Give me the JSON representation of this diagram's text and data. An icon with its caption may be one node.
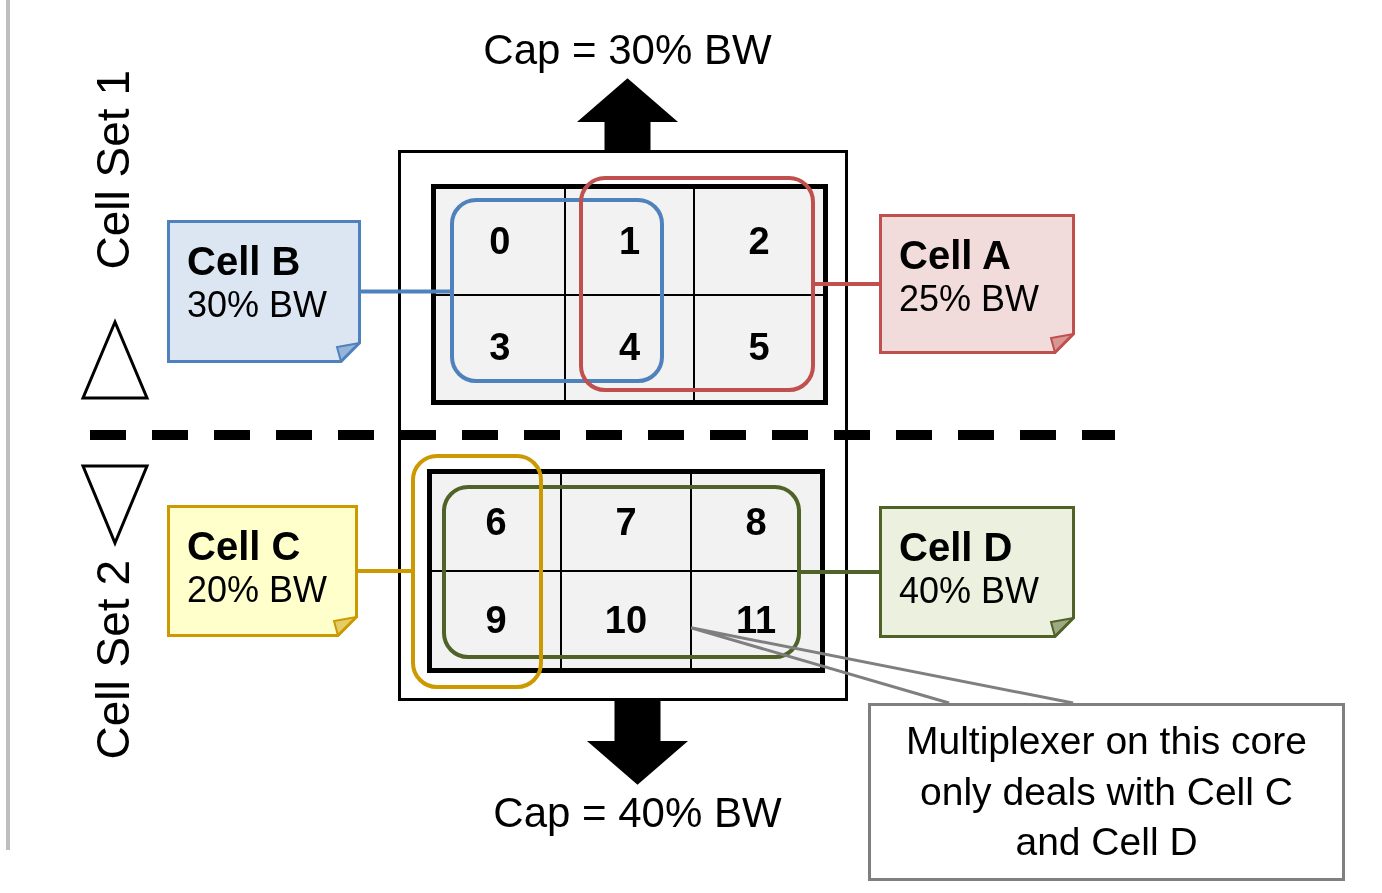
{
  "diagram": {
    "nodes": [
      {
        "text": [
          "Cap = 30% BW"
        ]
      },
      {
        "text": [
          "Cell B",
          "30% BW"
        ]
      },
      {
        "text": [],
        "shape": "box"
      },
      {
        "text": [],
        "shape": "box",
        "in": 2
      },
      {
        "text": [
          "0"
        ],
        "in": 3
      },
      {
        "text": [
          "1"
        ],
        "in": 3
      },
      {
        "text": [
          "2"
        ],
        "in": 3
      },
      {
        "text": [
          "3"
        ],
        "in": 3
      },
      {
        "text": [
          "4"
        ],
        "in": 3
      },
      {
        "text": [
          "5"
        ],
        "in": 3
      },
      {
        "text": [],
        "shape": "box",
        "in": 3
      },
      {
        "text": [],
        "shape": "box",
        "in": 3
      },
      {
        "text": [
          "Cell A",
          "25% BW"
        ]
      },
      {
        "text": [
          "Cell C",
          "20% BW"
        ]
      },
      {
        "text": [],
        "shape": "box",
        "in": 2
      },
      {
        "text": [
          "6"
        ],
        "in": 14
      },
      {
        "text": [
          "7"
        ],
        "in": 14
      },
      {
        "text": [
          "8"
        ],
        "in": 14
      },
      {
        "text": [
          "9"
        ],
        "in": 14
      },
      {
        "text": [
          "10"
        ],
        "in": 14
      },
      {
        "text": [
          "11"
        ],
        "in": 14
      },
      {
        "text": [],
        "shape": "box",
        "in": 2
      },
      {
        "text": [],
        "shape": "box",
        "in": 14
      },
      {
        "text": [
          "Cell D",
          "40% BW"
        ]
      },
      {
        "text": [
          "Multiplexer on this core only deals with Cell C and Cell D"
        ]
      },
      {
        "text": [
          "Cap = 40% BW"
        ]
      }
    ],
    "edges": [
      {
        "from": 2,
        "to": 0,
        "arrow": "to",
        "style": "thick"
      },
      {
        "from": 2,
        "to": 25,
        "arrow": "to",
        "style": "thick"
      },
      {
        "from": 1,
        "to": 10,
        "arrow": "none",
        "color": "#4f81bd"
      },
      {
        "from": 12,
        "to": 11,
        "arrow": "none",
        "color": "#c0504d"
      },
      {
        "from": 13,
        "to": 21,
        "arrow": "none",
        "color": "#cc9900"
      },
      {
        "from": 23,
        "to": 22,
        "arrow": "none",
        "color": "#4f6228"
      },
      {
        "from": 24,
        "to": 19,
        "arrow": "none",
        "color": "#7f7f7f"
      }
    ],
    "labels": [
      "Cell Set 1",
      "Cell Set 2"
    ]
  }
}
